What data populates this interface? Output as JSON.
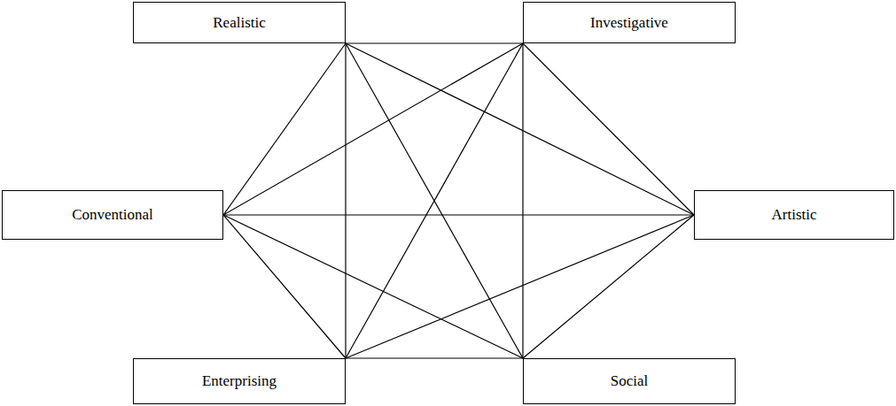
{
  "diagram": {
    "nodes": [
      {
        "text": [
          "Realistic"
        ]
      },
      {
        "text": [
          "Investigative"
        ]
      },
      {
        "text": [
          "Conventional"
        ]
      },
      {
        "text": [
          "Artistic"
        ]
      },
      {
        "text": [
          "Enterprising"
        ]
      },
      {
        "text": [
          "Social"
        ]
      }
    ],
    "edges": [
      {
        "from": 0,
        "to": 1,
        "arrow": "none"
      },
      {
        "from": 0,
        "to": 2,
        "arrow": "none"
      },
      {
        "from": 0,
        "to": 3,
        "arrow": "none"
      },
      {
        "from": 0,
        "to": 4,
        "arrow": "none"
      },
      {
        "from": 0,
        "to": 5,
        "arrow": "none"
      },
      {
        "from": 1,
        "to": 2,
        "arrow": "none"
      },
      {
        "from": 1,
        "to": 3,
        "arrow": "none"
      },
      {
        "from": 1,
        "to": 4,
        "arrow": "none"
      },
      {
        "from": 1,
        "to": 5,
        "arrow": "none"
      },
      {
        "from": 2,
        "to": 3,
        "arrow": "none"
      },
      {
        "from": 2,
        "to": 4,
        "arrow": "none"
      },
      {
        "from": 2,
        "to": 5,
        "arrow": "none"
      },
      {
        "from": 3,
        "to": 4,
        "arrow": "none"
      },
      {
        "from": 3,
        "to": 5,
        "arrow": "none"
      },
      {
        "from": 4,
        "to": 5,
        "arrow": "none"
      }
    ]
  }
}
